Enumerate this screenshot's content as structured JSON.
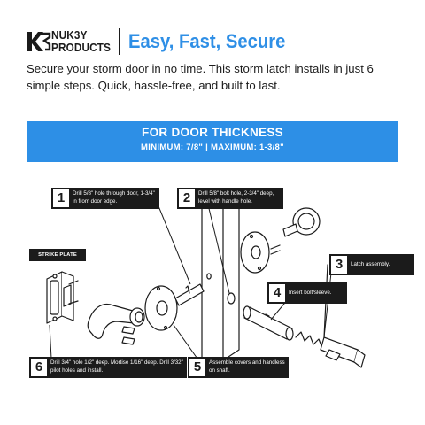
{
  "brand": {
    "line1": "NUK3Y",
    "line2": "PRODUCTS"
  },
  "tagline": "Easy, Fast, Secure",
  "intro": "Secure your storm door in no time. This storm latch installs in just 6 simple steps. Quick, hassle-free, and built to last.",
  "banner": {
    "title": "FOR DOOR THICKNESS",
    "subtitle": "MINIMUM: 7/8\"  |  MAXIMUM: 1-3/8\""
  },
  "strike_plate_label": "STRIKE PLATE",
  "steps": [
    {
      "number": "1",
      "text": "Drill 5/8\" hole through door, 1-3/4\" in from door edge."
    },
    {
      "number": "2",
      "text": "Drill 5/8\" bolt hole, 2-3/4\" deep, level with handle hole."
    },
    {
      "number": "3",
      "text": "Latch assembly."
    },
    {
      "number": "4",
      "text": "Insert bolt/sleeve."
    },
    {
      "number": "5",
      "text": "Assemble covers and handless on shaft."
    },
    {
      "number": "6",
      "text": "Drill 3/4\" hole 1/2\" deep. Mortise 1/16\" deep. Drill 3/32\" pilot holes and install."
    }
  ],
  "colors": {
    "accent": "#2d8fe6",
    "ink": "#1b1b1b",
    "background": "#ffffff"
  }
}
